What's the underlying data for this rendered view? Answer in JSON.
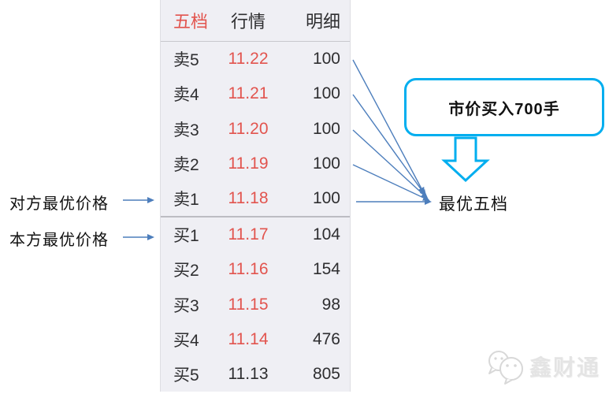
{
  "header": {
    "tabs": [
      {
        "label": "五档"
      },
      {
        "label": "行情"
      },
      {
        "label": "明细"
      }
    ]
  },
  "order_book": {
    "rows": [
      {
        "label": "卖5",
        "price": "11.22",
        "volume": "100",
        "price_class": "red"
      },
      {
        "label": "卖4",
        "price": "11.21",
        "volume": "100",
        "price_class": "red"
      },
      {
        "label": "卖3",
        "price": "11.20",
        "volume": "100",
        "price_class": "red"
      },
      {
        "label": "卖2",
        "price": "11.19",
        "volume": "100",
        "price_class": "red"
      },
      {
        "label": "卖1",
        "price": "11.18",
        "volume": "100",
        "price_class": "red"
      },
      {
        "label": "买1",
        "price": "11.17",
        "volume": "104",
        "price_class": "red"
      },
      {
        "label": "买2",
        "price": "11.16",
        "volume": "154",
        "price_class": "red"
      },
      {
        "label": "买3",
        "price": "11.15",
        "volume": "98",
        "price_class": "red"
      },
      {
        "label": "买4",
        "price": "11.14",
        "volume": "476",
        "price_class": "red"
      },
      {
        "label": "买5",
        "price": "11.13",
        "volume": "805",
        "price_class": "dark"
      }
    ]
  },
  "annotations": {
    "counterparty_best_price": "对方最优价格",
    "own_best_price": "本方最优价格",
    "order_box_label": "市价买入700手",
    "target_label": "最优五档"
  },
  "watermark": {
    "brand": "鑫财通"
  },
  "colors": {
    "price_red": "#e2544e",
    "arrow_blue": "#4d7ebc",
    "accent_cyan": "#00aeef",
    "panel_bg": "#efeff4"
  }
}
